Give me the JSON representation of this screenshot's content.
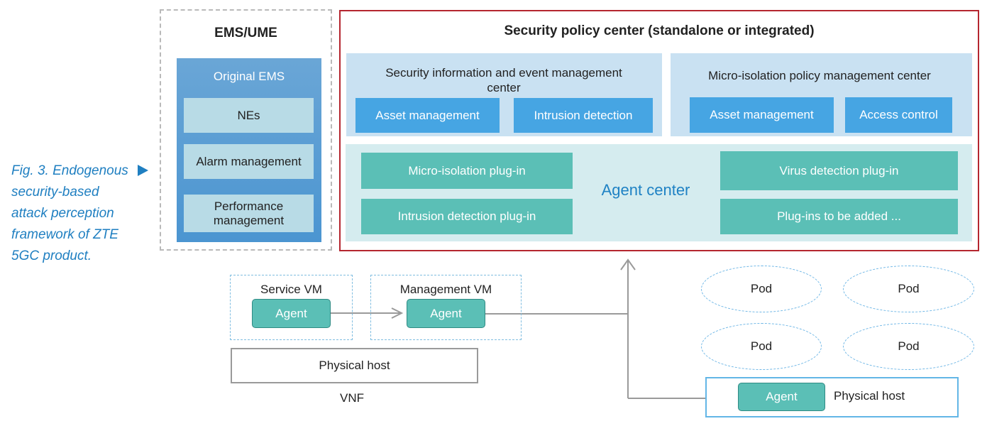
{
  "caption": {
    "lines": [
      "Fig. 3. Endogenous",
      "security-based",
      "attack perception",
      "framework of ZTE",
      "5GC product."
    ]
  },
  "ems": {
    "title": "EMS/UME",
    "panel_title": "Original EMS",
    "items": [
      "NEs",
      "Alarm management",
      "Performance management"
    ]
  },
  "spc": {
    "title": "Security policy center (standalone or integrated)",
    "siem": {
      "title": "Security information and event management center",
      "buttons": [
        "Asset management",
        "Intrusion detection"
      ]
    },
    "micro": {
      "title": "Micro-isolation policy management center",
      "buttons": [
        "Asset management",
        "Access control"
      ]
    },
    "agent_center": {
      "label": "Agent center",
      "left_plugins": [
        "Micro-isolation plug-in",
        "Intrusion detection plug-in"
      ],
      "right_plugins": [
        "Virus detection plug-in",
        "Plug-ins to be added ..."
      ]
    }
  },
  "bottom": {
    "service_vm": {
      "label": "Service VM",
      "agent": "Agent"
    },
    "management_vm": {
      "label": "Management VM",
      "agent": "Agent"
    },
    "physical_host_vnf": "Physical host",
    "vnf_label": "VNF",
    "pods": [
      "Pod",
      "Pod",
      "Pod",
      "Pod"
    ],
    "host": {
      "agent": "Agent",
      "label": "Physical host"
    }
  },
  "colors": {
    "caption": "#1f7fc1",
    "spc_border": "#b5262f",
    "blue_button": "#46a5e3",
    "teal_button": "#5bbfb6",
    "agent_center_text": "#1f82c4"
  }
}
